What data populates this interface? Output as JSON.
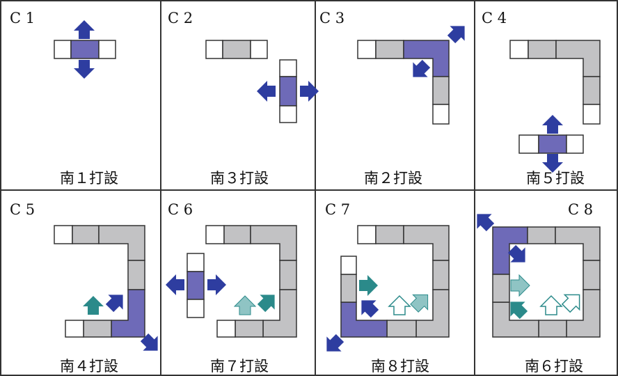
{
  "colors": {
    "gray_block": "#c2c2c4",
    "active_block": "#6e6ab8",
    "arrow_dark": "#2e3da0",
    "arrow_teal": "#2b8a8a",
    "arrow_light": "#8fc4c4",
    "border": "#333333"
  },
  "cells": [
    {
      "id": "C 1",
      "caption": "南１打設"
    },
    {
      "id": "C 2",
      "caption": "南３打設"
    },
    {
      "id": "C 3",
      "caption": "南２打設"
    },
    {
      "id": "C 4",
      "caption": "南５打設"
    },
    {
      "id": "C 5",
      "caption": "南４打設"
    },
    {
      "id": "C 6",
      "caption": "南７打設"
    },
    {
      "id": "C 7",
      "caption": "南８打設"
    },
    {
      "id": "C 8",
      "caption": "南６打設"
    }
  ]
}
